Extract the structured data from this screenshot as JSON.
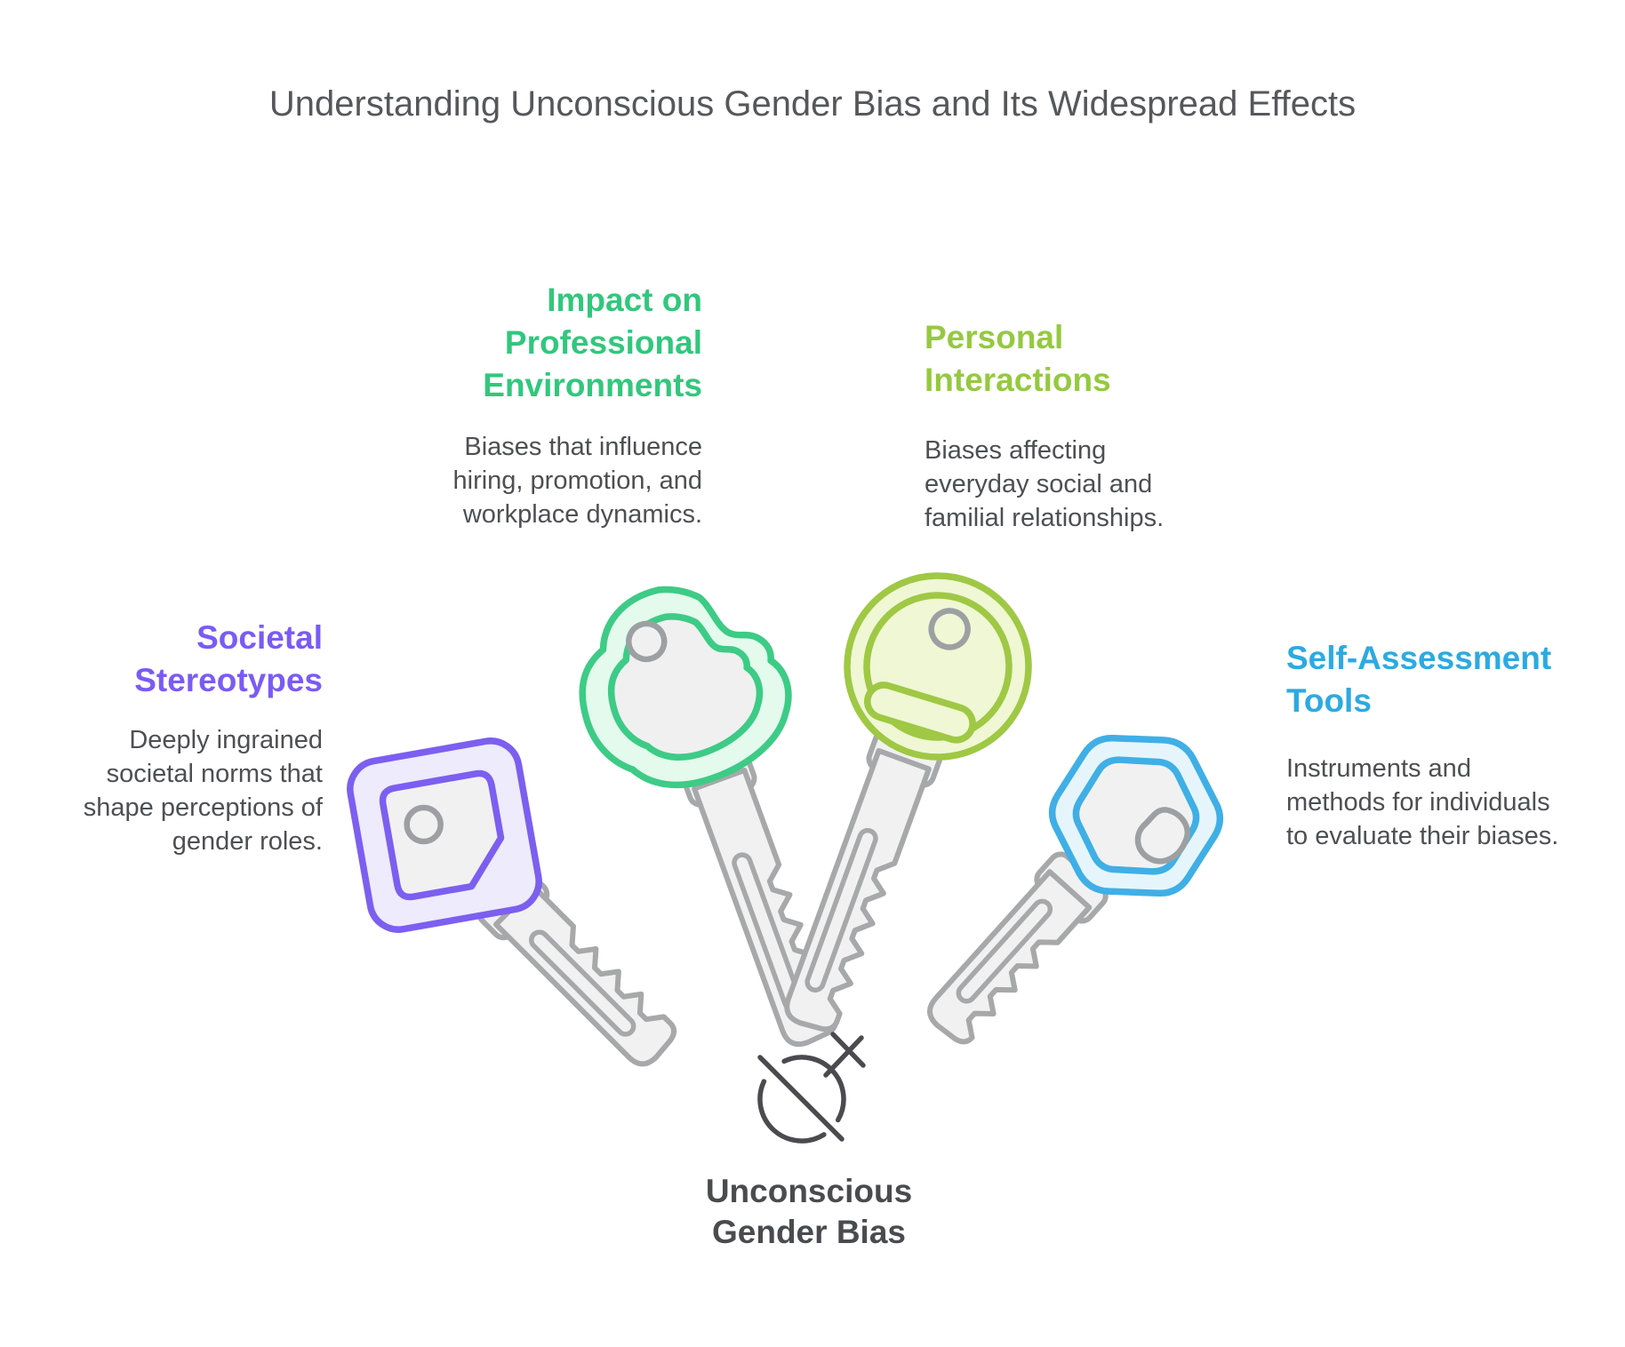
{
  "title": "Understanding Unconscious Gender Bias and Its Widespread Effects",
  "colors": {
    "background": "#FFFFFF",
    "title_text": "#56575B",
    "body_text": "#4E4F53",
    "center_label_text": "#4A4B4E",
    "gender_icon_stroke": "#4B4B4F",
    "key_shaft_fill": "#F1F1F2",
    "key_shaft_stroke": "#A7A8AA",
    "key_hole_stroke": "#9DA0A3"
  },
  "sections": [
    {
      "id": "societal-stereotypes",
      "heading": "Societal\nStereotypes",
      "body": "Deeply ingrained\nsocietal norms that\nshape perceptions of\ngender roles.",
      "accent": "#7A5BF5",
      "key": {
        "head_shape": "rounded-square",
        "stroke": "#7C5FF0",
        "ring_fill": "#EEEBFC",
        "inner_fill": "#F1F1F2"
      }
    },
    {
      "id": "impact-on-professional-environments",
      "heading": "Impact on\nProfessional\nEnvironments",
      "body": "Biases that influence\nhiring, promotion, and\nworkplace dynamics.",
      "accent": "#31C77D",
      "key": {
        "head_shape": "cloud",
        "stroke": "#3DCB86",
        "ring_fill": "#E3FAED",
        "inner_fill": "#F0F0F1"
      }
    },
    {
      "id": "personal-interactions",
      "heading": "Personal\nInteractions",
      "body": "Biases affecting\neveryday social and\nfamilial relationships.",
      "accent": "#95C93F",
      "key": {
        "head_shape": "circle",
        "stroke": "#9FC844",
        "ring_fill": "#EFF7D4",
        "inner_fill": "#EFF7D4"
      }
    },
    {
      "id": "self-assessment-tools",
      "heading": "Self-Assessment\nTools",
      "body": "Instruments and\nmethods for individuals\nto evaluate their biases.",
      "accent": "#2CAAE1",
      "key": {
        "head_shape": "hexagon",
        "stroke": "#3FAFE6",
        "ring_fill": "#E6F5FC",
        "inner_fill": "#F1F1F2"
      }
    }
  ],
  "center": {
    "icon": "gender-symbol-icon",
    "label": "Unconscious\nGender Bias"
  }
}
